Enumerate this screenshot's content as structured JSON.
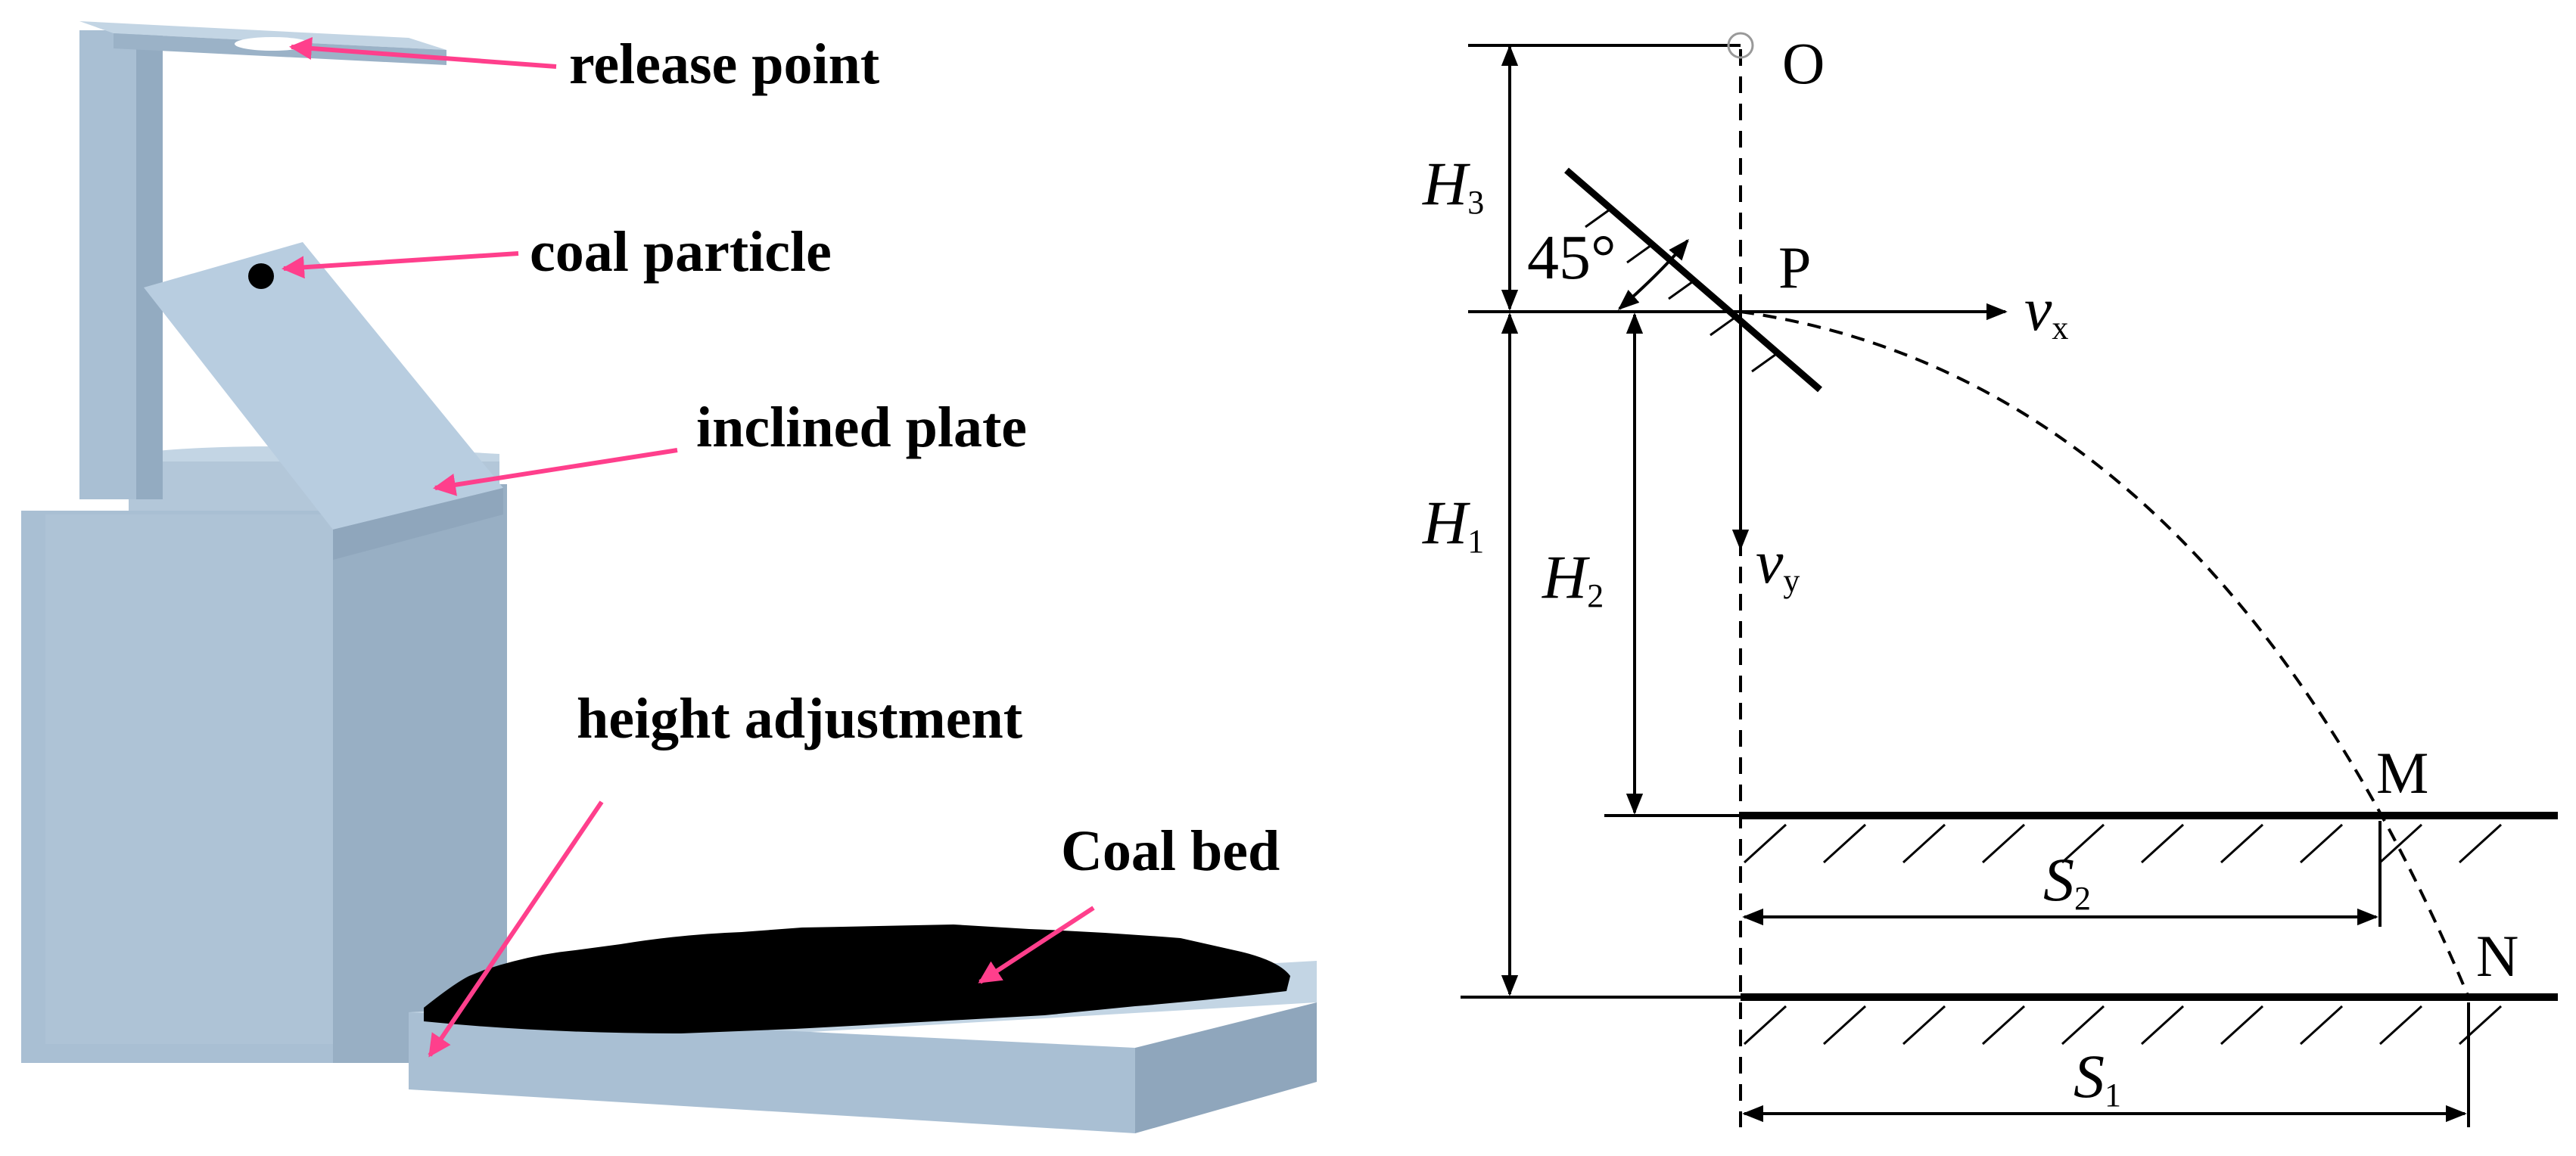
{
  "left_panel": {
    "labels": {
      "release_point": "release point",
      "coal_particle": "coal particle",
      "inclined_plate": "inclined plate",
      "height_adjustment": "height adjustment",
      "coal_bed": "Coal bed"
    },
    "colors": {
      "structure": "#a9bfd3",
      "structure_dark": "#8fa6bc",
      "structure_light": "#c3d5e4",
      "arrow": "#ff3f8c",
      "coal": "#000000"
    }
  },
  "right_panel": {
    "points": {
      "O": "O",
      "P": "P",
      "M": "M",
      "N": "N"
    },
    "angle": "45°",
    "velocities": {
      "vx": {
        "base": "v",
        "sub": "x"
      },
      "vy": {
        "base": "v",
        "sub": "y"
      }
    },
    "dimensions": {
      "H3": {
        "base": "H",
        "sub": "3"
      },
      "H1": {
        "base": "H",
        "sub": "1"
      },
      "H2": {
        "base": "H",
        "sub": "2"
      },
      "S2": {
        "base": "S",
        "sub": "2"
      },
      "S1": {
        "base": "S",
        "sub": "1"
      }
    }
  }
}
